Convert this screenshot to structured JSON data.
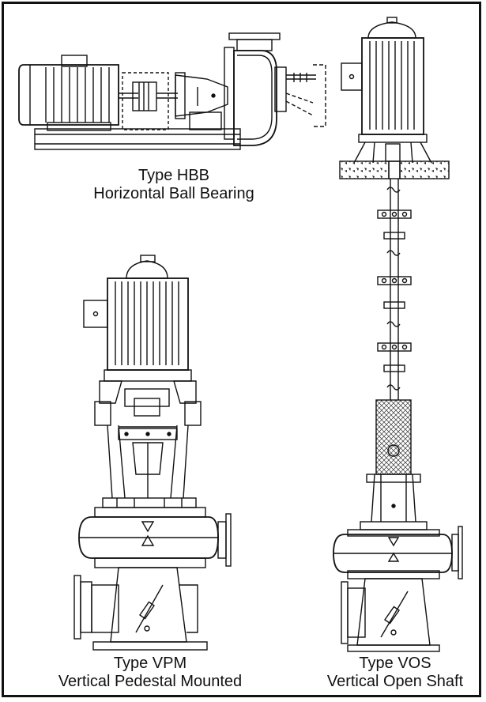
{
  "figures": [
    {
      "key": "hbb",
      "type_label": "Type HBB",
      "description": "Horizontal Ball Bearing"
    },
    {
      "key": "vpm",
      "type_label": "Type VPM",
      "description": "Vertical Pedestal Mounted"
    },
    {
      "key": "vos",
      "type_label": "Type VOS",
      "description": "Vertical Open Shaft"
    }
  ],
  "colors": {
    "line": "#111111",
    "background": "#ffffff",
    "hatch": "#333333"
  }
}
